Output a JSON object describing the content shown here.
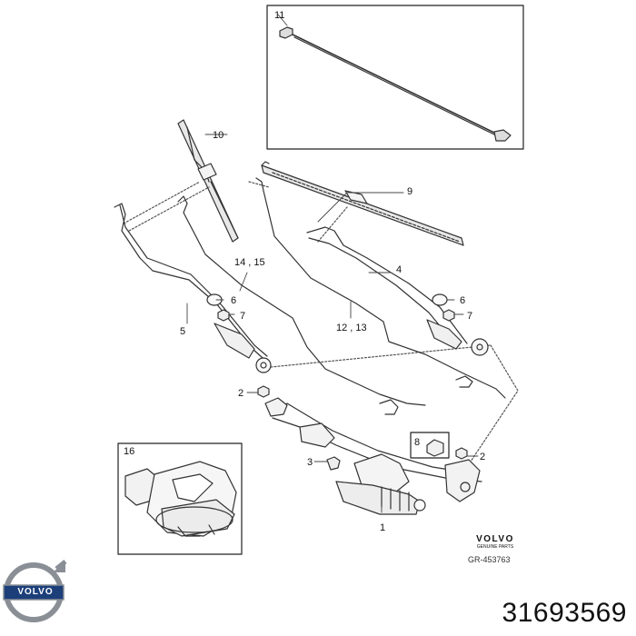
{
  "callouts": {
    "c1": "1",
    "c2a": "2",
    "c2b": "2",
    "c3": "3",
    "c4": "4",
    "c5": "5",
    "c6a": "6",
    "c6b": "6",
    "c7a": "7",
    "c7b": "7",
    "c8": "8",
    "c9": "9",
    "c10": "10",
    "c11": "11",
    "c12_13": "12 , 13",
    "c14_15": "14 , 15",
    "c16": "16"
  },
  "brand": {
    "name": "VOLVO",
    "subtitle": "GENUINE PARTS",
    "ref_code": "GR-453763"
  },
  "logo": {
    "text": "VOLVO"
  },
  "part_number": "31693569",
  "colors": {
    "line": "#333333",
    "box": "#222222",
    "logo_blue": "#1c3f7a",
    "logo_ring": "#8a8f96"
  }
}
